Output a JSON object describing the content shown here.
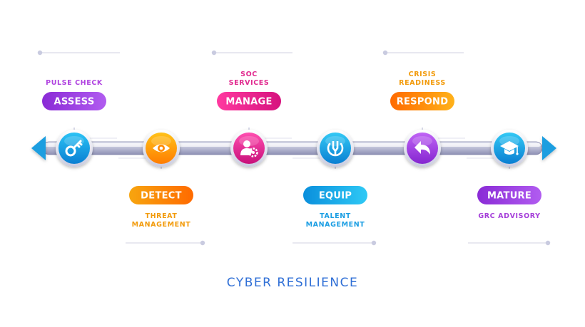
{
  "diagram": {
    "title": "CYBER RESILIENCE",
    "colors": {
      "title": "#2f6fd6",
      "track_light": "#e8eaf4",
      "track_dark": "#8e90b4",
      "arrow": "#1e9ee0",
      "guide": "#d9d9e6"
    },
    "steps": [
      {
        "label": "ASSESS",
        "sub": [
          "PULSE CHECK"
        ],
        "position": "top",
        "icon": "key-icon",
        "pill_from": "#8a2bd6",
        "pill_to": "#b15cf0",
        "sub_color": "#b043e0",
        "circle_from": "#2bc3f5",
        "circle_to": "#0a7fd2"
      },
      {
        "label": "DETECT",
        "sub": [
          "THREAT",
          "MANAGEMENT"
        ],
        "position": "bottom",
        "icon": "eye-icon",
        "pill_from": "#f7a50f",
        "pill_to": "#ff6a00",
        "sub_color": "#f29b0c",
        "circle_from": "#ffc21a",
        "circle_to": "#ff7d00"
      },
      {
        "label": "MANAGE",
        "sub": [
          "SOC",
          "SERVICES"
        ],
        "position": "top",
        "icon": "user-gear-icon",
        "pill_from": "#ff3aa0",
        "pill_to": "#d6127e",
        "sub_color": "#e12a8f",
        "circle_from": "#ff4fb0",
        "circle_to": "#c8107a"
      },
      {
        "label": "EQUIP",
        "sub": [
          "TALENT",
          "MANAGEMENT"
        ],
        "position": "bottom",
        "icon": "wrench-icon",
        "pill_from": "#0a8fdc",
        "pill_to": "#2fc9f5",
        "sub_color": "#1b9ee3",
        "circle_from": "#33c9f5",
        "circle_to": "#0a7fd2"
      },
      {
        "label": "RESPOND",
        "sub": [
          "CRISIS",
          "READINESS"
        ],
        "position": "top",
        "icon": "reply-arrow-icon",
        "pill_from": "#ff6a00",
        "pill_to": "#ffb21a",
        "sub_color": "#f29b0c",
        "circle_from": "#c064f5",
        "circle_to": "#8526d0"
      },
      {
        "label": "MATURE",
        "sub": [
          "GRC ADVISORY"
        ],
        "position": "bottom",
        "icon": "graduation-cap-icon",
        "pill_from": "#8a2bd6",
        "pill_to": "#b15cf0",
        "sub_color": "#a53fd9",
        "circle_from": "#33c9f5",
        "circle_to": "#0a7fd2"
      }
    ]
  }
}
